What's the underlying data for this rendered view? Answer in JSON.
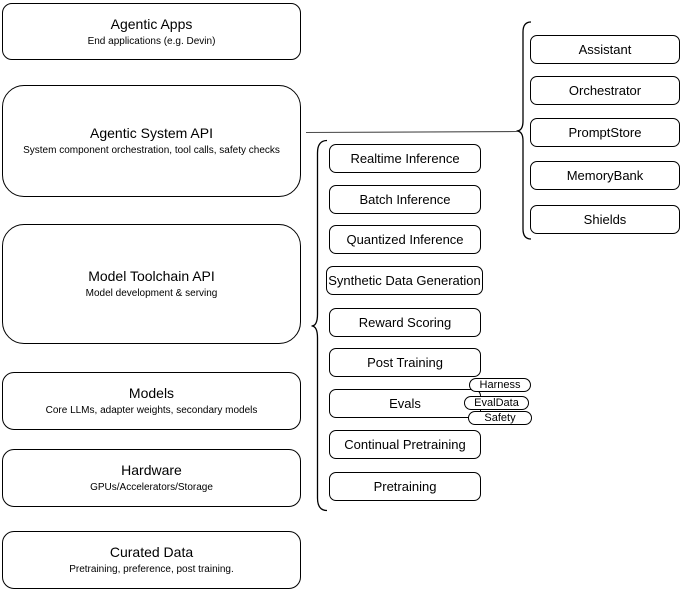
{
  "left_column": [
    {
      "title": "Agentic Apps",
      "subtitle": "End applications (e.g. Devin)"
    },
    {
      "title": "Agentic System API",
      "subtitle": "System component orchestration, tool calls, safety checks"
    },
    {
      "title": "Model Toolchain API",
      "subtitle": "Model development & serving"
    },
    {
      "title": "Models",
      "subtitle": "Core LLMs, adapter weights, secondary models"
    },
    {
      "title": "Hardware",
      "subtitle": "GPUs/Accelerators/Storage"
    },
    {
      "title": "Curated Data",
      "subtitle": "Pretraining, preference, post training."
    }
  ],
  "toolchain_capabilities": [
    "Realtime Inference",
    "Batch Inference",
    "Quantized Inference",
    "Synthetic Data Generation",
    "Reward Scoring",
    "Post Training",
    "Evals",
    "Continual Pretraining",
    "Pretraining"
  ],
  "eval_tags": [
    "Harness",
    "EvalData",
    "Safety"
  ],
  "system_components": [
    "Assistant",
    "Orchestrator",
    "PromptStore",
    "MemoryBank",
    "Shields"
  ],
  "colors": {
    "stroke": "#000000",
    "background": "#ffffff"
  }
}
